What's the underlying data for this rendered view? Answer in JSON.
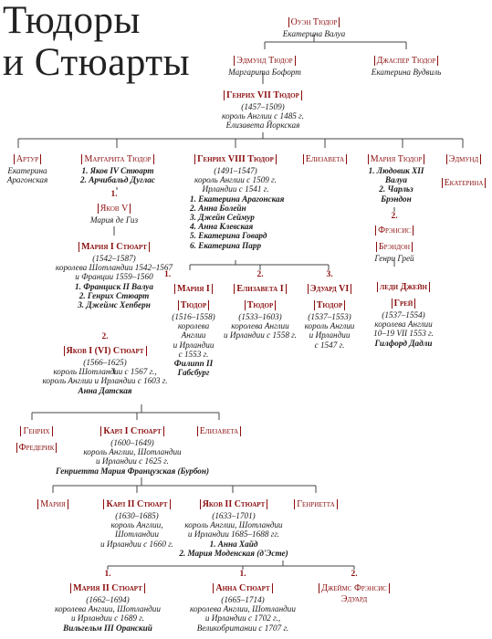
{
  "title": {
    "line1": "Тюдоры",
    "line2": "и Стюарты"
  },
  "owen": {
    "name": "Оуэн Тюдор",
    "spouse": "Екатерина Валуа"
  },
  "edmund": {
    "name": "Эдмунд Тюдор",
    "spouse": "Маргарита Бофорт"
  },
  "jasper": {
    "name": "Джаспер Тюдор",
    "spouse": "Екатерина Вудвиль"
  },
  "henry7": {
    "name": "Генрих VII Тюдор",
    "years": "(1457–1509)",
    "role": "король Англии с 1485 г.",
    "spouse": "Елизавета Йоркская"
  },
  "arthur": {
    "name": "Артур",
    "spouse1": "Екатерина",
    "spouse2": "Арагонская"
  },
  "margaret": {
    "name": "Маргарита Тюдор",
    "s1": "1. Яков IV Стюарт",
    "s2": "2. Арчибальд Дуглас"
  },
  "henry8": {
    "name": "Генрих VIII Тюдор",
    "years": "(1491–1547)",
    "role1": "король Англии с 1509 г.",
    "role2": "Ирландии с 1541 г.",
    "wives": [
      "1. Екатерина Арагонская",
      "2. Анна Болейн",
      "3. Джейн Сеймур",
      "4. Анна Клевская",
      "5. Екатерина Говард",
      "6. Екатерина Парр"
    ]
  },
  "elizabeth_t": {
    "name": "Елизавета"
  },
  "mary_t": {
    "name": "Мария Тюдор",
    "s1": "1. Людовик XII",
    "s1b": "Валуа",
    "s2": "2. Чарльз",
    "s2b": "Брэндон"
  },
  "edmund2": {
    "name": "Эдмунд"
  },
  "katherine": {
    "name": "Екатерина"
  },
  "james5": {
    "ord": "1.",
    "name": "Яков V",
    "spouse": "Мария де Гиз"
  },
  "frances": {
    "ord": "2.",
    "name1": "Фрэнсис",
    "name2": "Брэндон",
    "spouse": "Генри Грей"
  },
  "mary_stuart": {
    "name": "Мария I Стюарт",
    "years": "(1542–1587)",
    "role1": "королева Шотландии 1542–1567",
    "role2": "и Франции 1559–1560",
    "spouses": [
      "1. Франциск II Валуа",
      "2. Генрих Стюарт",
      "3. Джеймс Хепберн"
    ]
  },
  "mary1": {
    "ord": "1.",
    "name1": "Мария I",
    "name2": "Тюдор",
    "years": "(1516–1558)",
    "role": [
      "королева",
      "Англии",
      "и Ирландии",
      "с 1553 г."
    ],
    "spouse1": "Филипп II",
    "spouse2": "Габсбург"
  },
  "eliz1": {
    "ord": "2.",
    "name1": "Елизавета I",
    "name2": "Тюдор",
    "years": "(1533–1603)",
    "role": [
      "королева Англии",
      "и Ирландии с 1558 г."
    ]
  },
  "edward6": {
    "ord": "3.",
    "name1": "Эдуард VI",
    "name2": "Тюдор",
    "years": "(1537–1553)",
    "role": [
      "король Англии",
      "и Ирландии",
      "с 1547 г."
    ]
  },
  "jane": {
    "name1": "леди Джейн",
    "name2": "Грей",
    "years": "(1537–1554)",
    "role": [
      "королева Англии",
      "10–19 VII 1553 г."
    ],
    "spouse": "Гилфорд Дадли"
  },
  "james6": {
    "ord": "2.",
    "name": "Яков I (VI) Стюарт",
    "years": "(1566–1625)",
    "role1": "король Шотландии с 1567 г.,",
    "role2": "король Англии и Ирландии с 1603 г.",
    "spouse": "Анна Датская"
  },
  "henry_f": {
    "name1": "Генрих",
    "name2": "Фредерик"
  },
  "charles1": {
    "name": "Карл I Стюарт",
    "years": "(1600–1649)",
    "role": [
      "король Англии, Шотландии",
      "и Ирландии с 1625 г."
    ],
    "spouse": "Генриетта Мария Французская (Бурбон)"
  },
  "elizabeth_s": {
    "name": "Елизавета"
  },
  "mary_s": {
    "name": "Мария"
  },
  "charles2": {
    "name": "Карл II Стюарт",
    "years": "(1630–1685)",
    "role": [
      "король Англии,",
      "Шотландии",
      "и Ирландии с 1660 г."
    ]
  },
  "james2": {
    "name": "Яков II Стюарт",
    "years": "(1633–1701)",
    "role": [
      "король Англии, Шотландии",
      "и Ирландии 1685–1688 гг."
    ],
    "spouses": [
      "1. Анна Хайд",
      "2. Мария Моденская (д'Эсте)"
    ]
  },
  "henrietta": {
    "name": "Генриетта"
  },
  "mary2": {
    "ord": "1.",
    "name": "Мария II Стюарт",
    "years": "(1662–1694)",
    "role": [
      "королева Англии, Шотландии",
      "и Ирландии с 1689 г."
    ],
    "spouse": "Вильгельм III Оранский"
  },
  "anne": {
    "ord": "1.",
    "name": "Анна Стюарт",
    "years": "(1665–1714)",
    "role": [
      "королева Англии, Шотландии",
      "и Ирландии с 1702 г.,",
      "Великобритании с 1707 г."
    ]
  },
  "james_fe": {
    "ord": "2.",
    "name1": "Джеймс Фрэнсис",
    "name2": "Эдуард"
  }
}
